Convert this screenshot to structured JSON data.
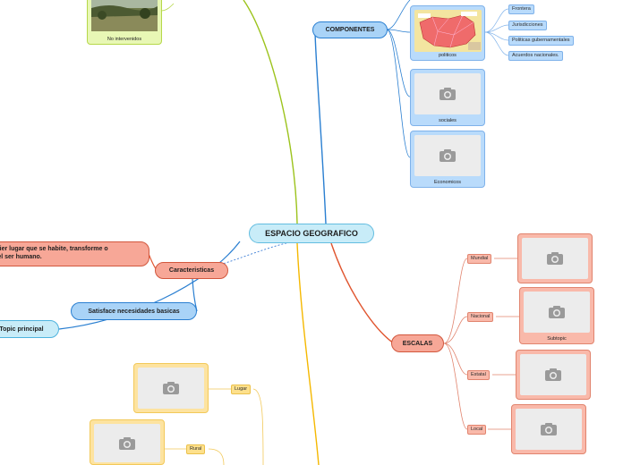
{
  "central": {
    "label": "ESPACIO GEOGRAFICO"
  },
  "componentes": {
    "label": "COMPONENTES",
    "politicos": {
      "caption": "politicos",
      "subitems": [
        "Frontera",
        "Jurisdicciones",
        "Politicas gubernamentales",
        "Acuerdos nacionales."
      ]
    },
    "sociales": {
      "caption": "sociales"
    },
    "economicos": {
      "caption": "Economicos"
    }
  },
  "no_intervenidos": {
    "caption": "No intervenidos"
  },
  "caracteristicas": {
    "label": "Caracteristicas",
    "long_text_line1": "ualquier lugar que se habite, transforme o",
    "long_text_line2": "ique el ser humano.",
    "satisface": "Satisface necesidades basicas",
    "topic_principal": "Topic principal"
  },
  "escalas": {
    "label": "ESCALAS",
    "items": [
      "Mundial",
      "Nacional",
      "Estatal",
      "Local"
    ],
    "subtopic_caption": "Subtopic"
  },
  "yellow_branch": {
    "items": [
      "Lugar",
      "Rural"
    ]
  },
  "colors": {
    "green_branch": "#9cc31c",
    "yellow_branch": "#f5b800",
    "blue_branch": "#2a7fd1",
    "salmon_branch": "#e0552f"
  },
  "icons": [
    "camera-icon"
  ]
}
